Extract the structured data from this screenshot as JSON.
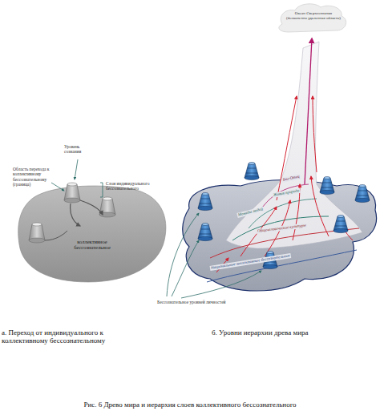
{
  "diagram": {
    "caption": "Рис. 6  Древо мира и иерархия слоев коллективного бессознательного",
    "nodes": [
      {
        "text": [
          "коллективное бессознательное"
        ]
      },
      {
        "text": [
          "Океан Сверхсознания (бесконечно удаленная область)"
        ]
      }
    ],
    "labels": [
      "Уровень сознания",
      "Область перехода к коллективному бессознательному (граница)",
      "Слои индивидуального бессознательного",
      "Бог-Отец",
      "Живая природа",
      "Монады людей",
      "Общечеловеческие культуры",
      "Национальные коллективные бессознательные",
      "Бессознательное уровней личностей",
      "а.  Переход от индивидуального к коллективному бессознательному",
      "б.  Уровни иерархии древа мира"
    ]
  }
}
